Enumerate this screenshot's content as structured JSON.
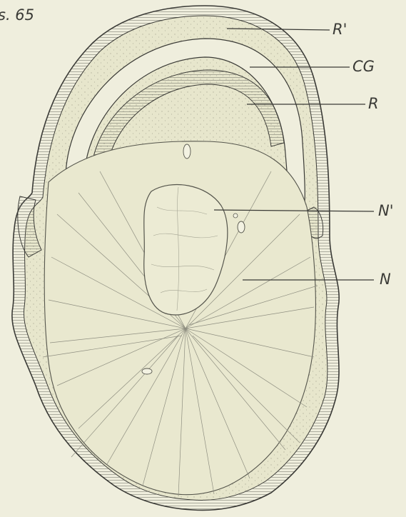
{
  "figure": {
    "caption": "s. 65",
    "labels": {
      "r_prime": "R'",
      "cg": "CG",
      "r": "R",
      "n_prime": "N'",
      "n": "N"
    }
  },
  "colors": {
    "paper": "#efeedd",
    "ink": "#3a3a36",
    "tissue": "#e7e6cc",
    "nucleus": "#ecebd4"
  }
}
